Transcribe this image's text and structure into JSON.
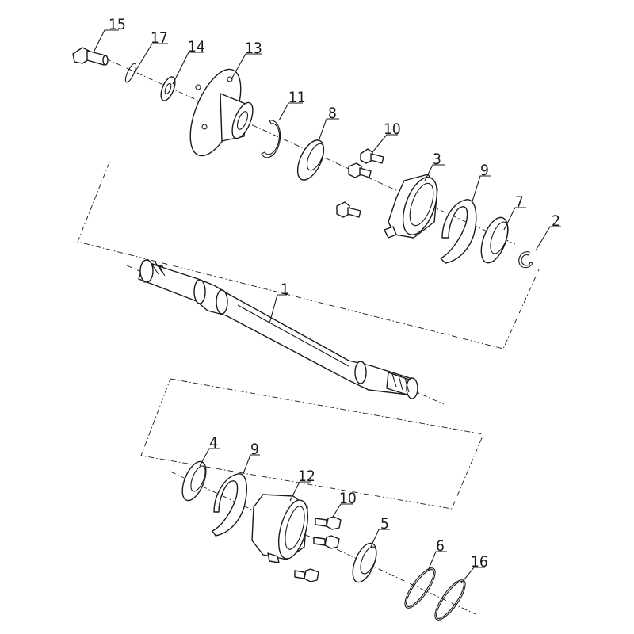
{
  "parts": [
    {
      "id": "1",
      "label": "1"
    },
    {
      "id": "2",
      "label": "2"
    },
    {
      "id": "3",
      "label": "3"
    },
    {
      "id": "4",
      "label": "4"
    },
    {
      "id": "5",
      "label": "5"
    },
    {
      "id": "6",
      "label": "6"
    },
    {
      "id": "7",
      "label": "7"
    },
    {
      "id": "8",
      "label": "8"
    },
    {
      "id": "9a",
      "label": "9"
    },
    {
      "id": "9b",
      "label": "9"
    },
    {
      "id": "10a",
      "label": "10"
    },
    {
      "id": "10b",
      "label": "10"
    },
    {
      "id": "11",
      "label": "11"
    },
    {
      "id": "12",
      "label": "12"
    },
    {
      "id": "13",
      "label": "13"
    },
    {
      "id": "14",
      "label": "14"
    },
    {
      "id": "15",
      "label": "15"
    },
    {
      "id": "16",
      "label": "16"
    },
    {
      "id": "17",
      "label": "17"
    }
  ]
}
